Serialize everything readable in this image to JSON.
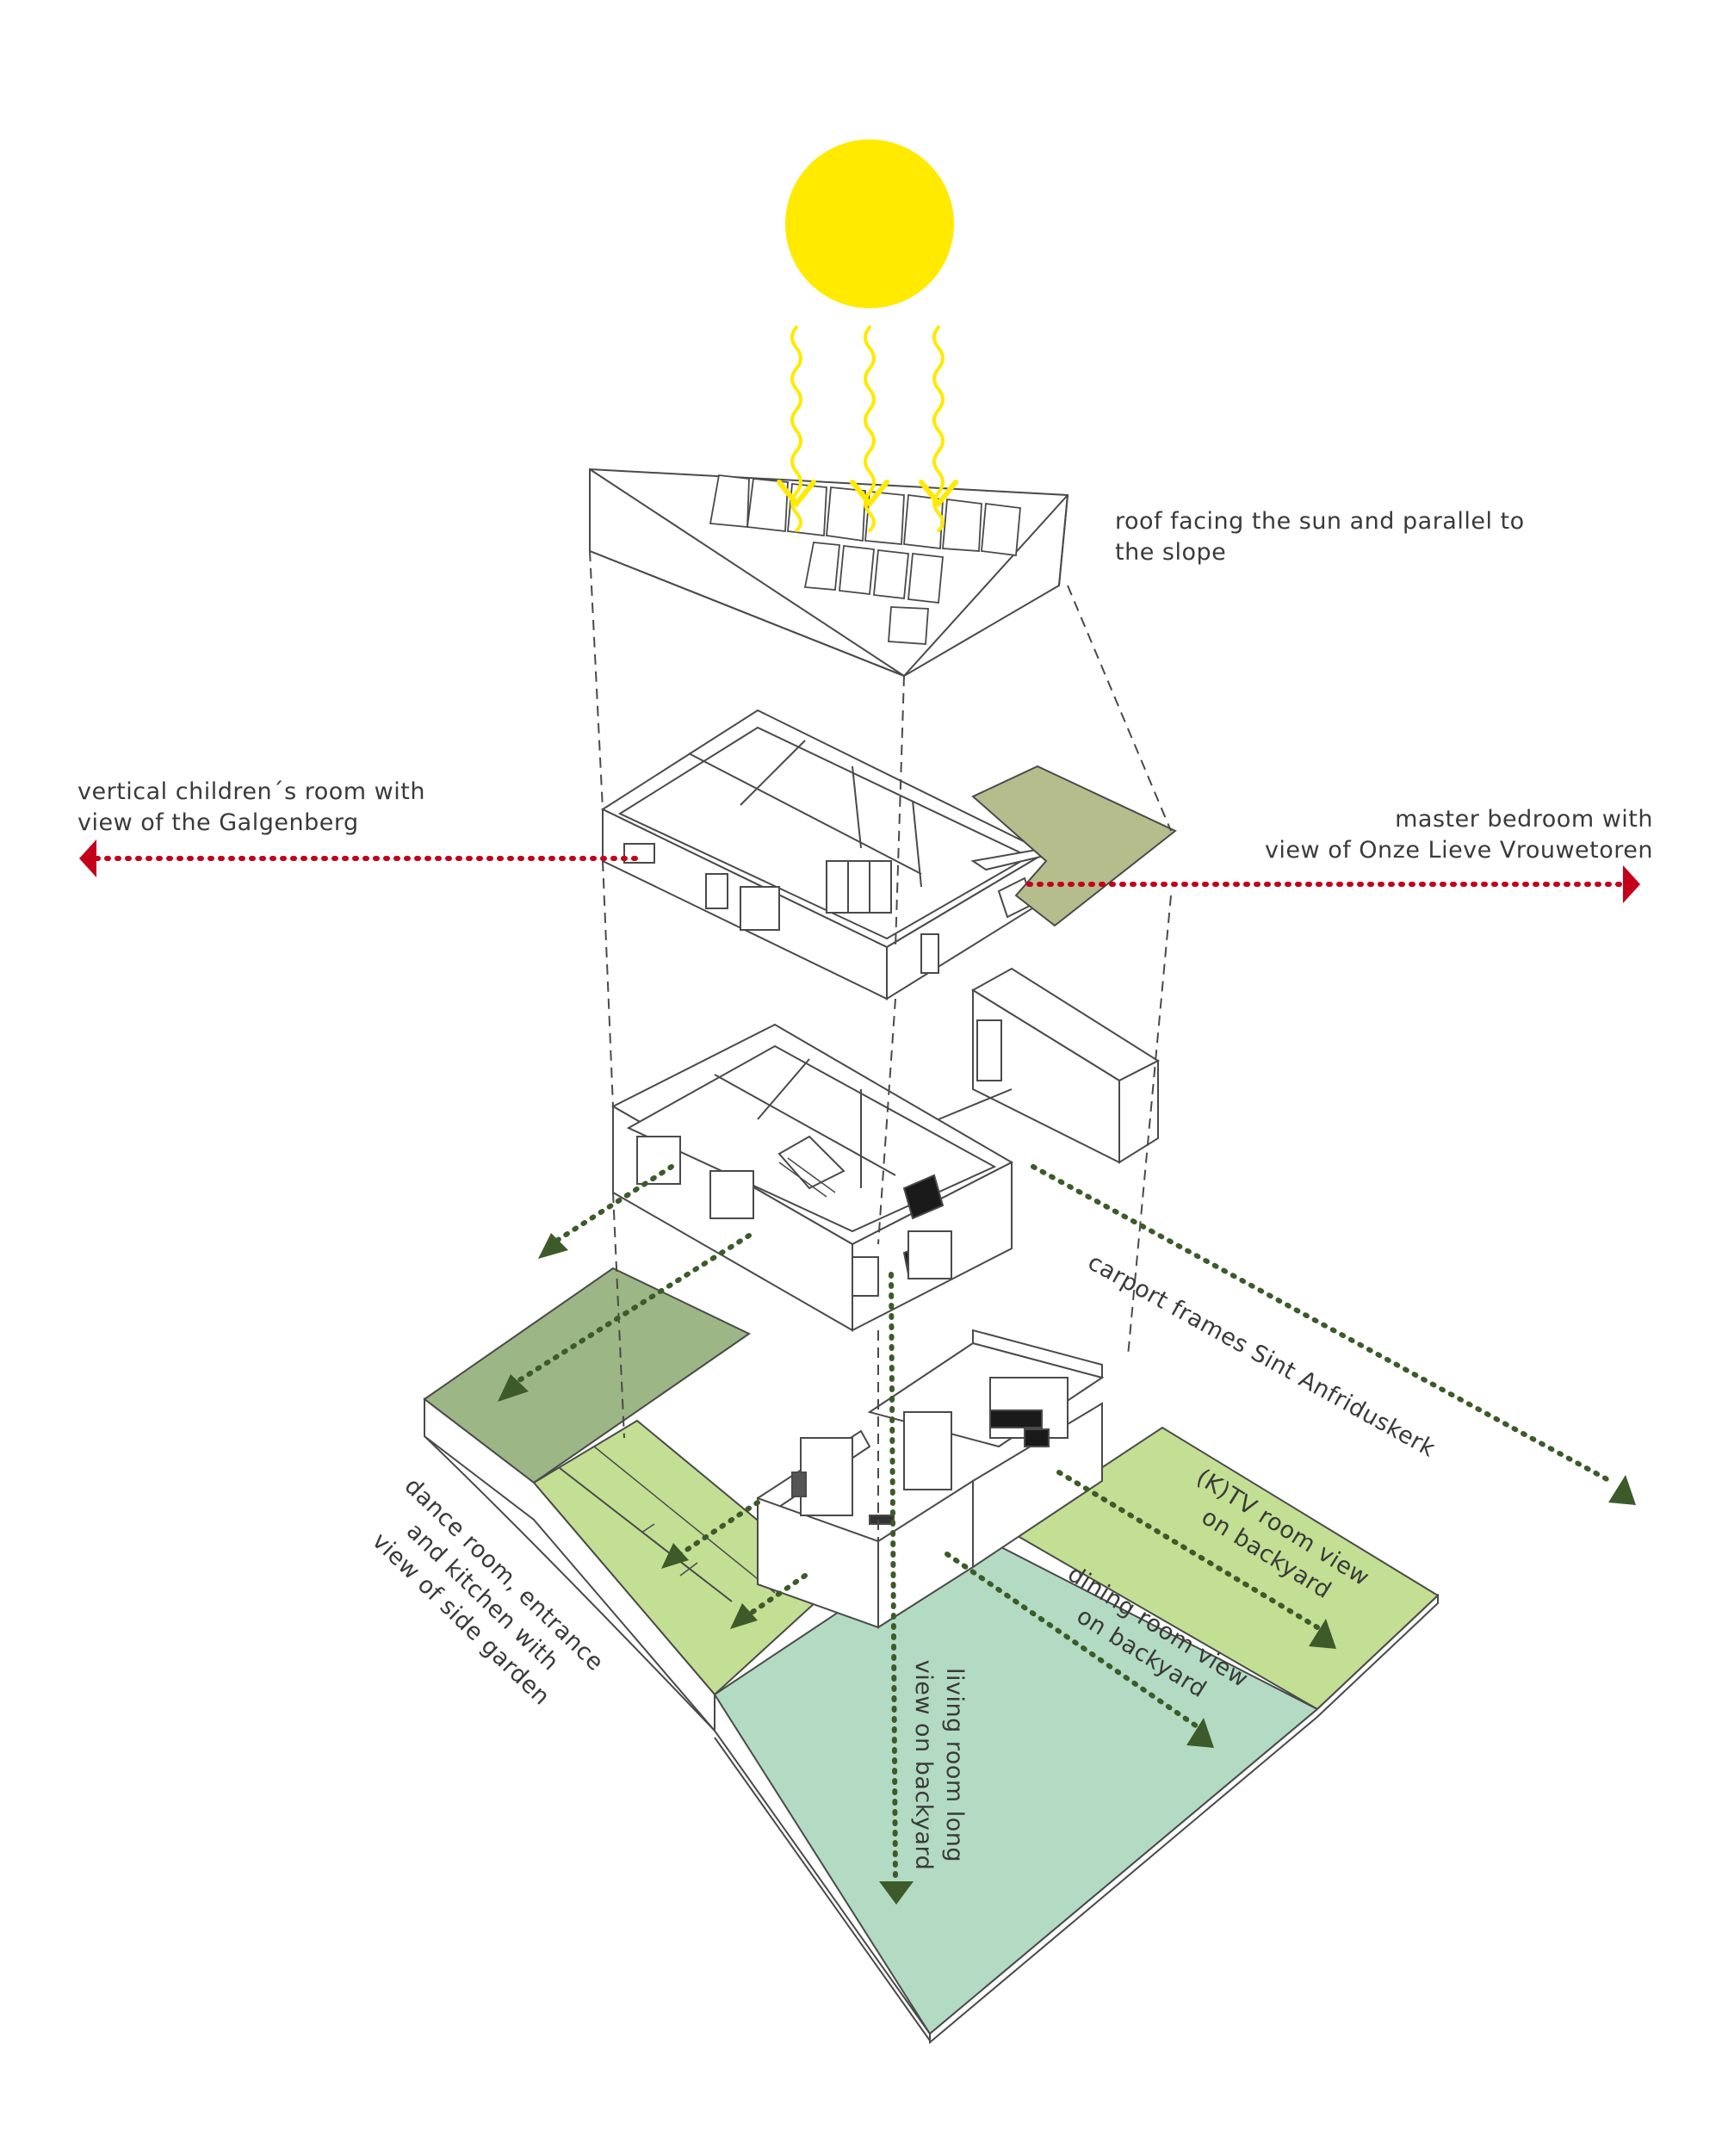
{
  "colors": {
    "sun": "#ffea00",
    "view_red": "#c4001a",
    "view_green": "#3d5a2a",
    "lawn_mint": "#b3dbc3",
    "lawn_lime": "#c3df93",
    "lawn_olive": "#b6bd8d",
    "lawn_moss": "#9cb685",
    "lines": "#4a4a4a"
  },
  "labels": {
    "roof": [
      "roof facing the sun and parallel to",
      "the slope"
    ],
    "children": [
      "vertical children´s room with",
      "view of the Galgenberg"
    ],
    "master": [
      "master bedroom with",
      "view of Onze Lieve Vrouwetoren"
    ],
    "carport": [
      "carport frames Sint Anfriduskerk"
    ],
    "dance": [
      "dance room, entrance",
      "and kitchen with",
      "view of side garden"
    ],
    "ktv": [
      "(K)TV room view",
      "on backyard"
    ],
    "dining": [
      "dining room view",
      "on backyard"
    ],
    "living": [
      "living room long",
      "view on backyard"
    ]
  }
}
